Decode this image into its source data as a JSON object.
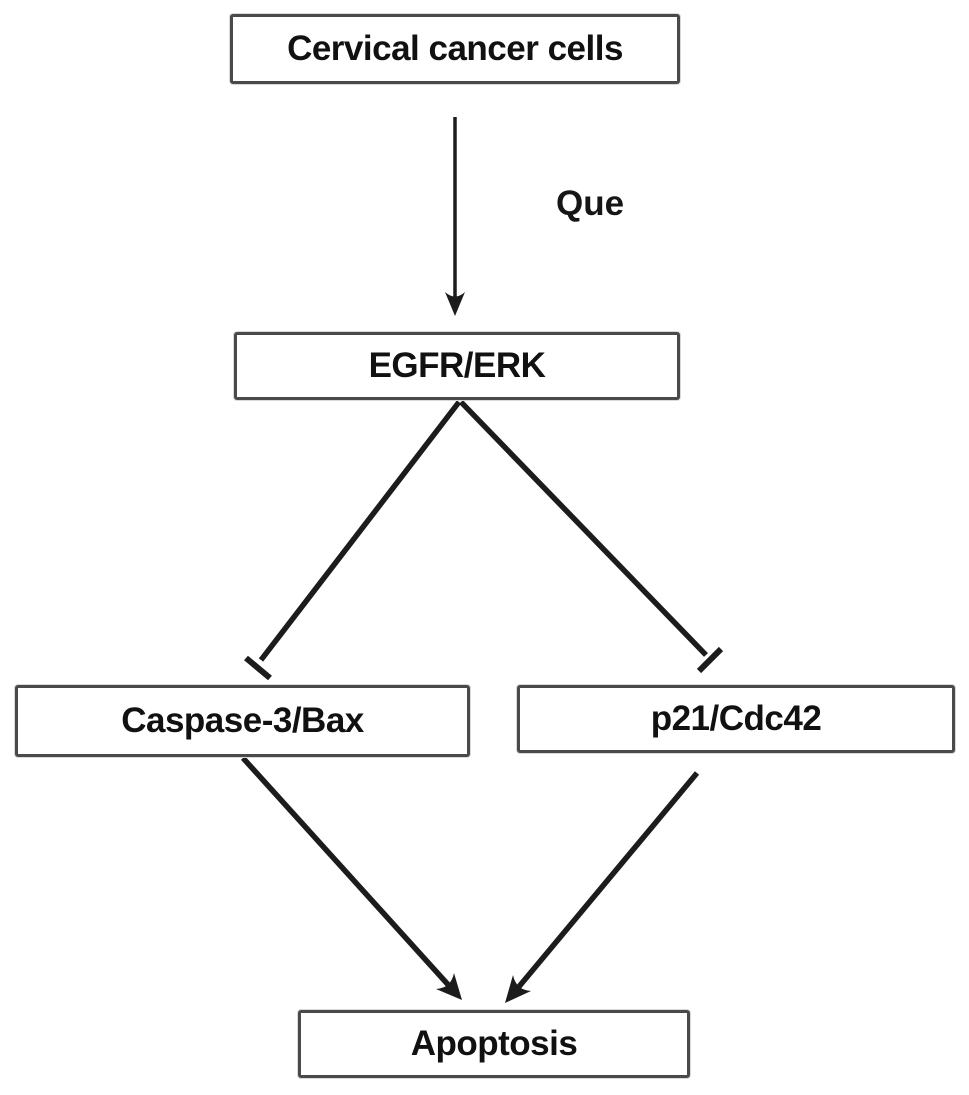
{
  "diagram": {
    "type": "signaling-pathway-flowchart",
    "nodes": [
      {
        "id": "cervical-cancer-cells",
        "label": "Cervical cancer cells"
      },
      {
        "id": "egfr-erk",
        "label": "EGFR/ERK"
      },
      {
        "id": "caspase3-bax",
        "label": "Caspase-3/Bax"
      },
      {
        "id": "p21-cdc42",
        "label": "p21/Cdc42"
      },
      {
        "id": "apoptosis",
        "label": "Apoptosis"
      }
    ],
    "edges": [
      {
        "from": "cervical-cancer-cells",
        "to": "egfr-erk",
        "type": "activation-arrow",
        "label": "Que"
      },
      {
        "from": "egfr-erk",
        "to": "caspase3-bax",
        "type": "inhibition-bar",
        "label": ""
      },
      {
        "from": "egfr-erk",
        "to": "p21-cdc42",
        "type": "inhibition-bar",
        "label": ""
      },
      {
        "from": "caspase3-bax",
        "to": "apoptosis",
        "type": "activation-arrow",
        "label": ""
      },
      {
        "from": "p21-cdc42",
        "to": "apoptosis",
        "type": "activation-arrow",
        "label": ""
      }
    ],
    "colors": {
      "background": "#ffffff",
      "line": "#1c1c1c",
      "node_border": "#4a4a4a",
      "text": "#111111"
    }
  }
}
